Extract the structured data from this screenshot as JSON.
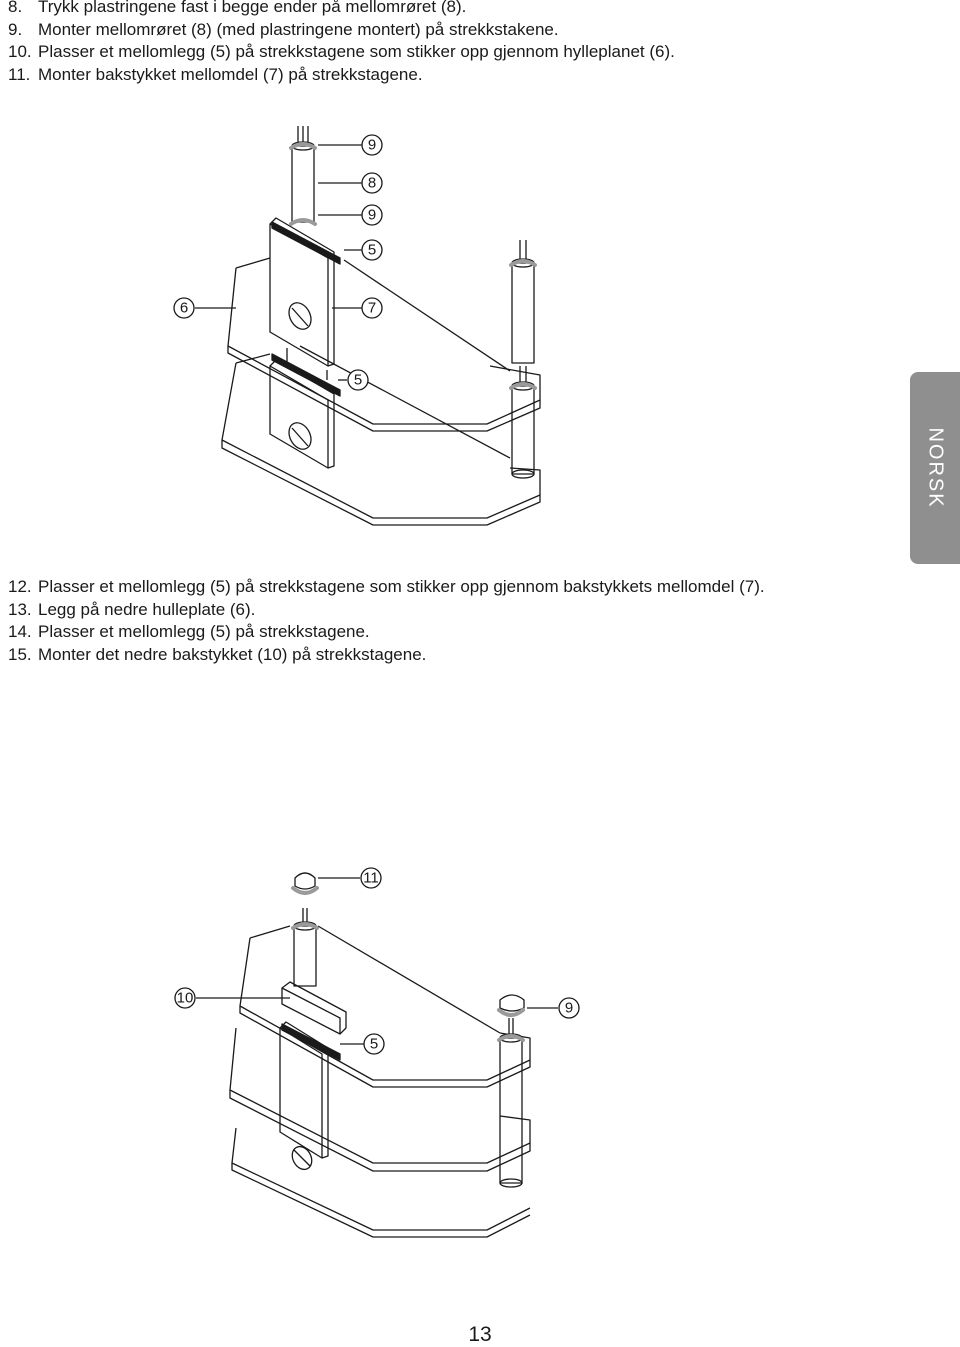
{
  "steps_top": [
    {
      "num": "8.",
      "text": "Trykk plastringene fast i begge ender på mellomrøret (8)."
    },
    {
      "num": "9.",
      "text": "Monter mellomrøret (8) (med plastringene montert) på strekkstakene."
    },
    {
      "num": "10.",
      "text": "Plasser et mellomlegg (5) på strekkstagene som stikker opp gjennom hylleplanet (6)."
    },
    {
      "num": "11.",
      "text": "Monter bakstykket mellomdel (7) på strekkstagene."
    }
  ],
  "steps_bottom": [
    {
      "num": "12.",
      "text": "Plasser et mellomlegg (5) på strekkstagene som stikker opp gjennom bakstykkets mellomdel (7)."
    },
    {
      "num": "13.",
      "text": "Legg på nedre hulleplate (6)."
    },
    {
      "num": "14.",
      "text": "Plasser et mellomlegg (5) på strekkstagene."
    },
    {
      "num": "15.",
      "text": "Monter det nedre bakstykket (10) på strekkstagene."
    }
  ],
  "side_tab": {
    "label": "NORSK"
  },
  "figure_upper": {
    "callouts": {
      "c9a": "9",
      "c8": "8",
      "c9b": "9",
      "c5a": "5",
      "c6": "6",
      "c7": "7",
      "c5b": "5"
    }
  },
  "figure_lower": {
    "callouts": {
      "c11": "11",
      "c10": "10",
      "c9": "9",
      "c5": "5"
    }
  },
  "page_number": "13",
  "colors": {
    "tab": "#8f8f8f",
    "line": "#1a1a1a",
    "rings": "#9a9a9a"
  }
}
